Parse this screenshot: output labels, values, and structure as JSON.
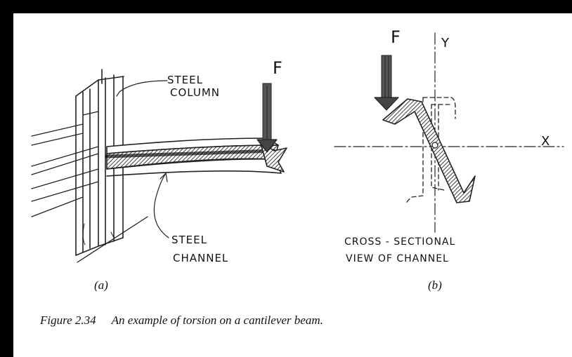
{
  "panel_a": {
    "label_column": "STEEL\nCOLUMN",
    "label_channel": "STEEL\nCHANNEL",
    "label_force": "F",
    "sublabel": "(a)"
  },
  "panel_b": {
    "label_force": "F",
    "label_y": "Y",
    "label_x": "X",
    "label_view": "CROSS - SECTIONAL\nVIEW OF CHANNEL",
    "sublabel": "(b)"
  },
  "caption": {
    "number": "Figure 2.34",
    "text": "An example of torsion on a cantilever beam."
  }
}
